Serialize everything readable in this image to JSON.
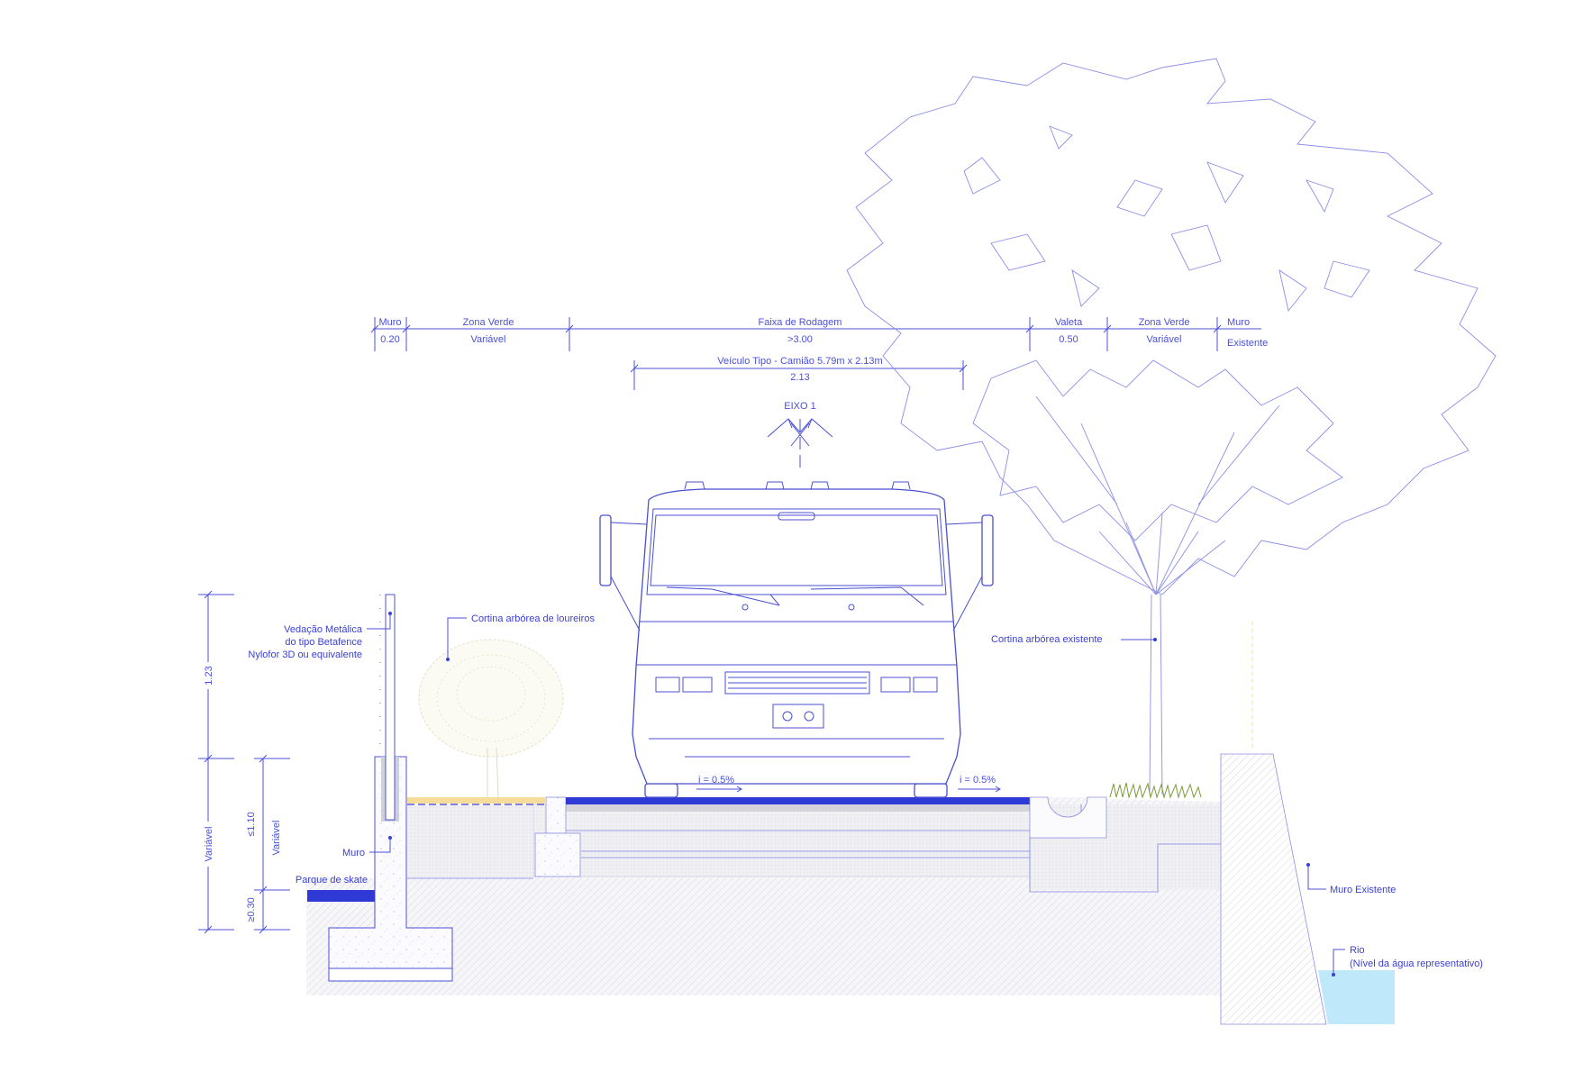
{
  "title": "Perfil transversal tipo",
  "dimensions_top": [
    {
      "label": "Muro",
      "value": "0.20"
    },
    {
      "label": "Zona Verde",
      "value": "Variável"
    },
    {
      "label": "Faixa de Rodagem",
      "value": ">3.00"
    },
    {
      "label": "Valeta",
      "value": "0.50"
    },
    {
      "label": "Zona Verde",
      "value": "Variável"
    },
    {
      "label": "Muro",
      "value": "Existente"
    }
  ],
  "vehicle": {
    "label": "Veículo Tipo - Camião 5.79m x 2.13m",
    "value": "2.13"
  },
  "axis_label": "EIXO 1",
  "dimensions_left": {
    "fence_height": "1.23",
    "total": "Variável",
    "wall_max": "≤1.10",
    "wall_var": "Variável",
    "wall_min": "≥0.30"
  },
  "annotations": {
    "fence": [
      "Vedação Metálica",
      "do tipo Betafence",
      "Nylofor 3D ou equivalente"
    ],
    "laurels": "Cortina arbórea de loureiros",
    "existing_trees": "Cortina arbórea existente",
    "wall": "Muro",
    "skate": "Parque de skate",
    "existing_wall": "Muro Existente",
    "river": "Rio",
    "river_note": "(Nível da água representativo)",
    "slope_left": "i = 0.5%",
    "slope_right": "i = 0.5%"
  },
  "colors": {
    "line": "#4b50d6",
    "asphalt": "#2f3ad6",
    "water": "#bfe8fb",
    "sand": "#f6dc9a",
    "grass": "#7a9a3a"
  }
}
